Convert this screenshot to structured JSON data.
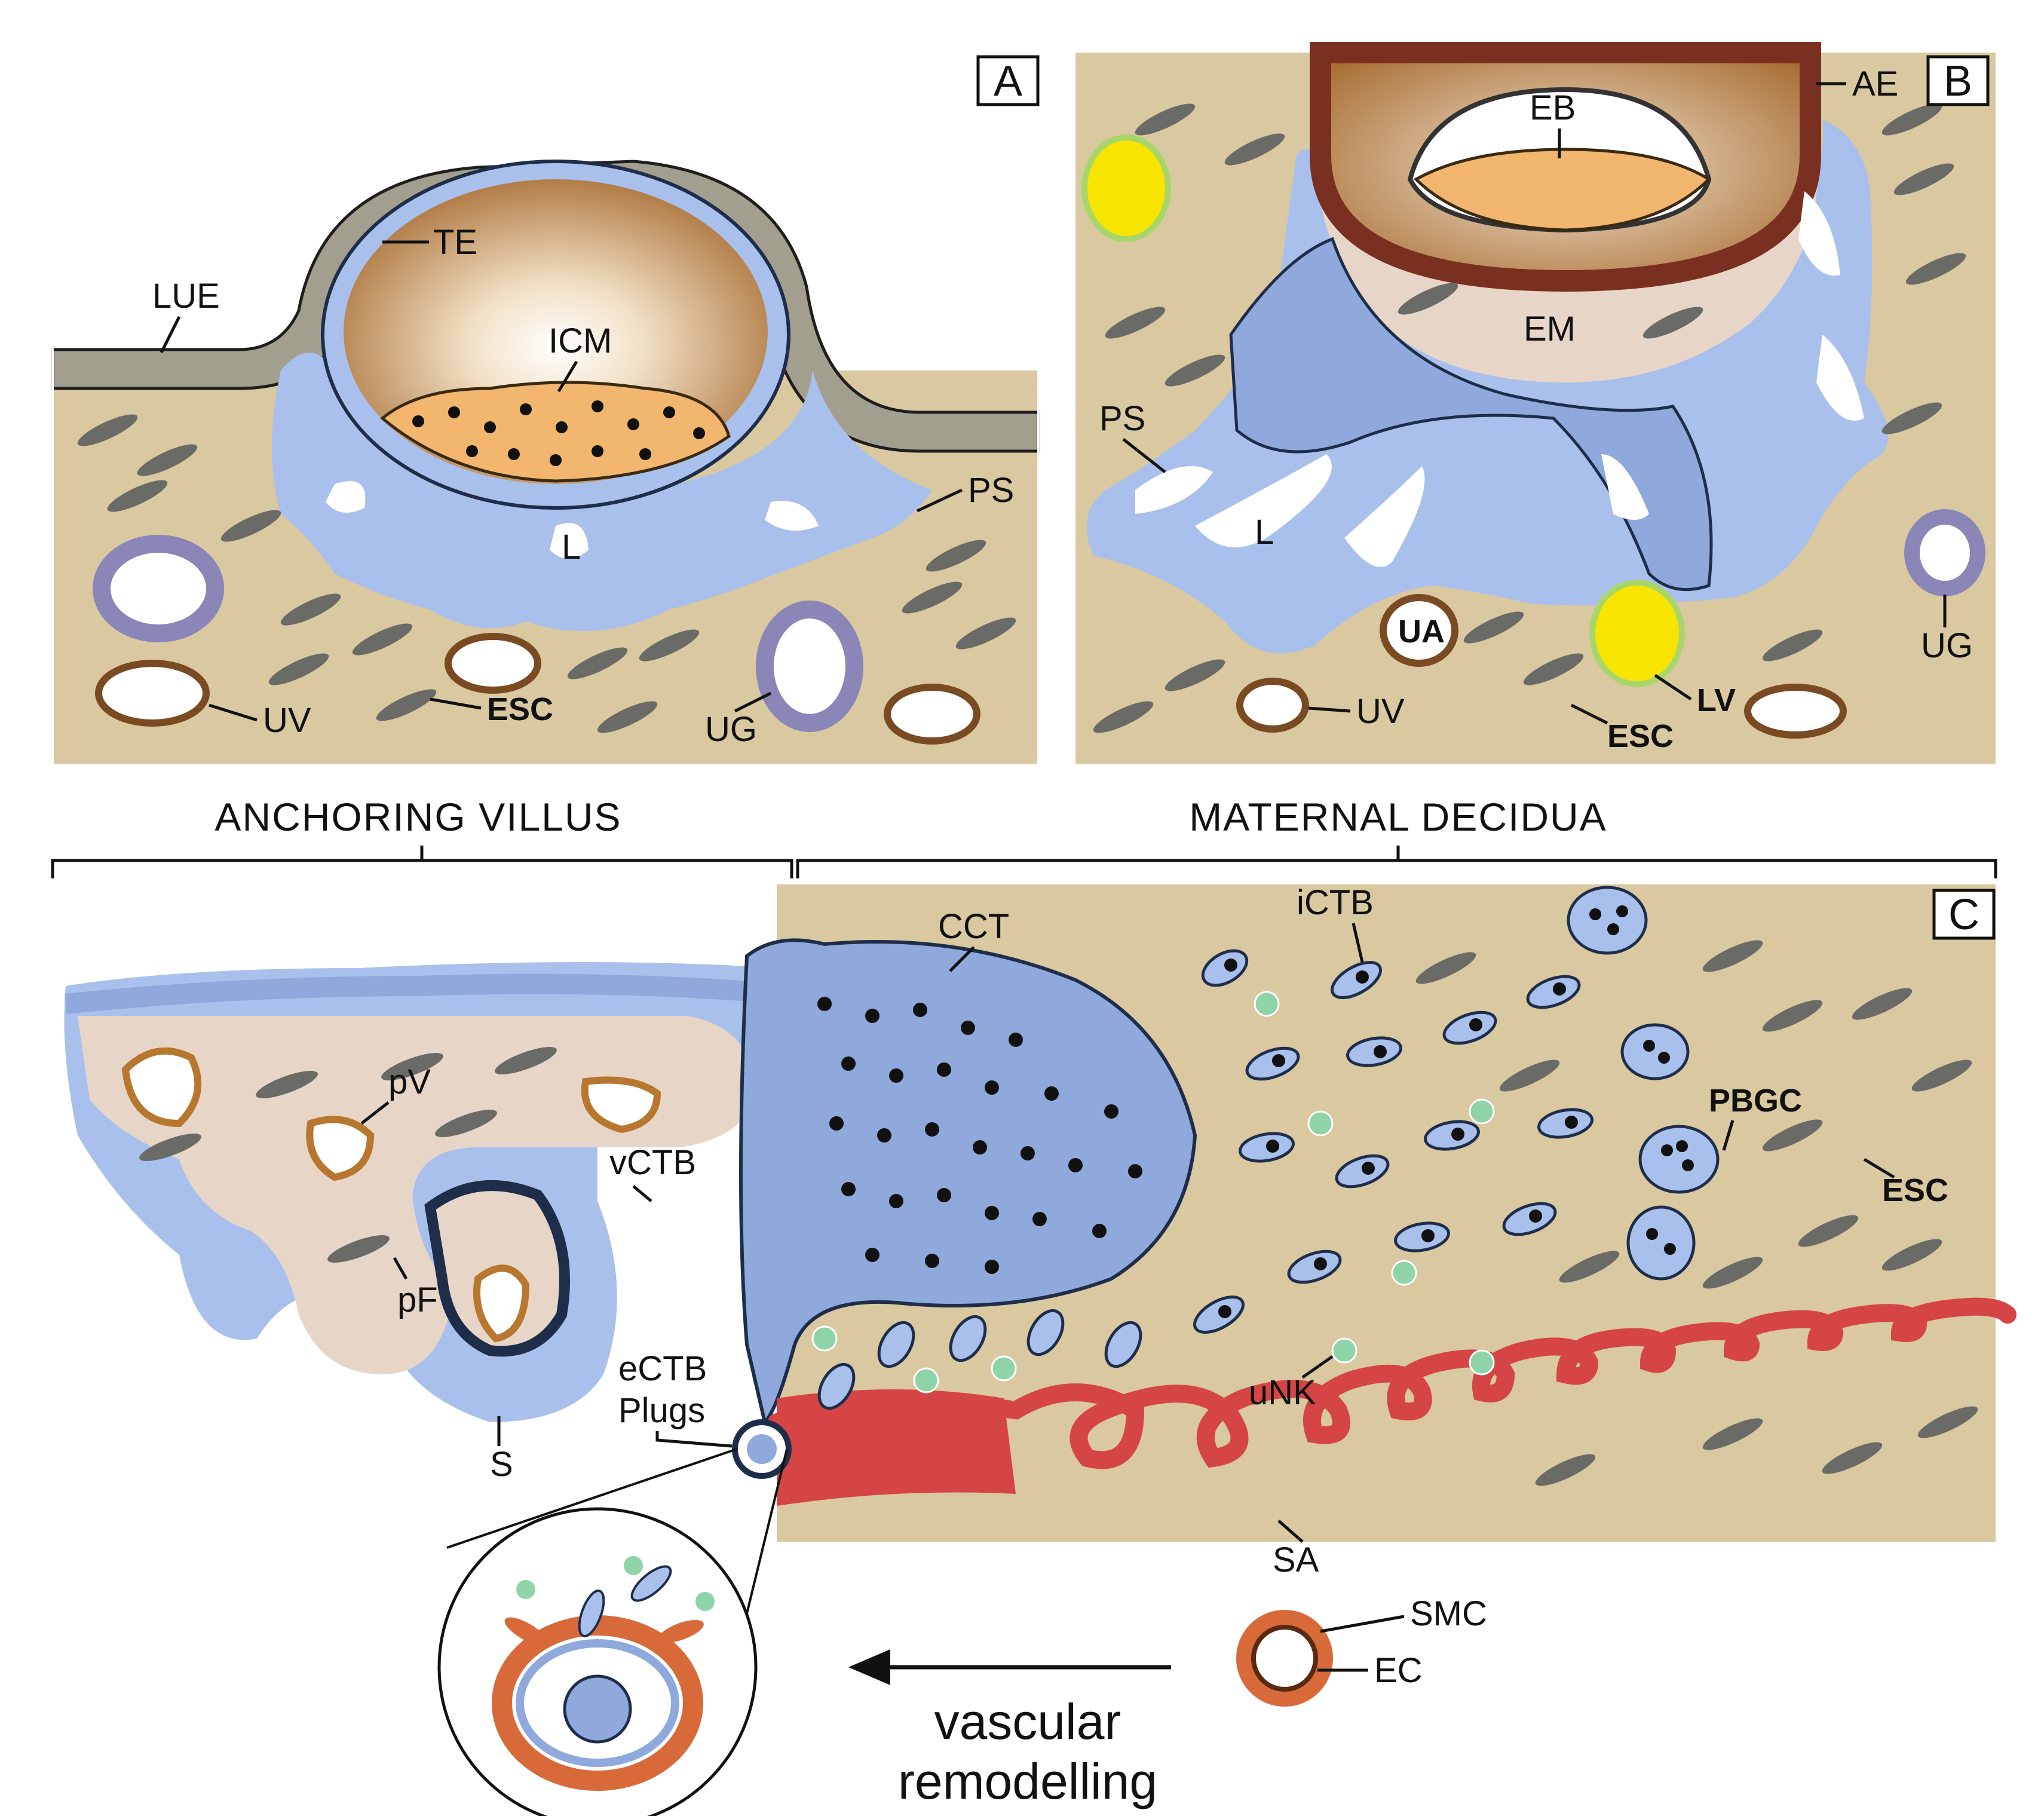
{
  "colors": {
    "stroma": "#d9c8a0",
    "villus_core": "#e7d6c8",
    "trophoblast": "#a9c0ec",
    "cell_outline": "#1e2e4a",
    "nucleus": "#111111",
    "luminal_epithelium": "#a39f8e",
    "icm": "#f2b66e",
    "cavity_brown": "#b77a3a",
    "amniotic_epithelium": "#b7685a",
    "gland": "#8a86b8",
    "lymphatic_yellow": "#f7e500",
    "spiral_artery": "#d54545",
    "unk": "#8fd4a8",
    "smc": "#d86a3a",
    "esc": "#6a6a66"
  },
  "panels": {
    "A": {
      "id": "A",
      "labels": {
        "lue": "LUE",
        "te": "TE",
        "icm": "ICM",
        "ps": "PS",
        "l": "L",
        "uv": "UV",
        "esc": "ESC",
        "ug": "UG"
      }
    },
    "B": {
      "id": "B",
      "labels": {
        "ae": "AE",
        "eb": "EB",
        "em": "EM",
        "ps": "PS",
        "l": "L",
        "ua": "UA",
        "uv": "UV",
        "esc": "ESC",
        "lv": "LV",
        "ug": "UG"
      }
    },
    "C": {
      "id": "C",
      "header_left": "ANCHORING VILLUS",
      "header_right": "MATERNAL DECIDUA",
      "labels": {
        "cct": "CCT",
        "ictb": "iCTB",
        "pv": "pV",
        "vctb": "vCTB",
        "pf": "pF",
        "s": "S",
        "ectb": "eCTB",
        "plugs": "Plugs",
        "unk": "uNK",
        "pbgc": "PBGC",
        "esc": "ESC",
        "sa": "SA",
        "smc": "SMC",
        "ec": "EC"
      },
      "caption_line1": "vascular",
      "caption_line2": "remodelling"
    }
  }
}
